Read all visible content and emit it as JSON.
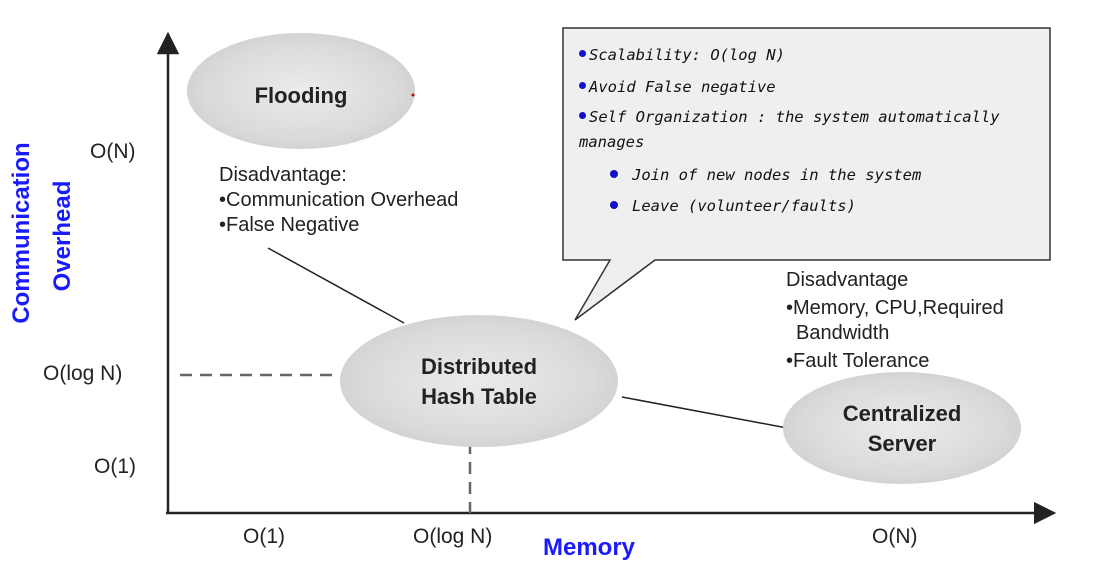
{
  "axes": {
    "y_title_line1": "Communication",
    "y_title_line2": "Overhead",
    "x_title": "Memory",
    "y_ticks": [
      "O(N)",
      "O(log N)",
      "O(1)"
    ],
    "x_ticks": [
      "O(1)",
      "O(log N)",
      "O(N)"
    ]
  },
  "nodes": {
    "flooding": "Flooding",
    "dht_line1": "Distributed",
    "dht_line2": "Hash Table",
    "central_line1": "Centralized",
    "central_line2": "Server"
  },
  "flooding_note": {
    "title": "Disadvantage:",
    "items": [
      "•Communication Overhead",
      "•False Negative"
    ]
  },
  "central_note": {
    "title": "Disadvantage",
    "items": [
      "•Memory, CPU,Required",
      "Bandwidth",
      "•Fault Tolerance"
    ]
  },
  "dht_callout": {
    "items": [
      "Scalability: O(log N)",
      "Avoid False negative",
      "Self Organization : the system automatically",
      "manages"
    ],
    "subitems": [
      "Join of new nodes in the system",
      "Leave (volunteer/faults)"
    ]
  },
  "colors": {
    "axis_title": "#1a1aff",
    "bullet": "#1010c8",
    "ellipse_fill": "#d4d4d4"
  }
}
